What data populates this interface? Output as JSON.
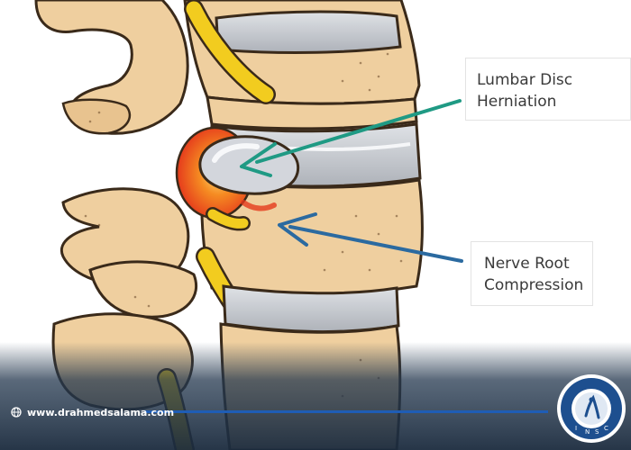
{
  "labels": {
    "herniation_line1": "Lumbar Disc",
    "herniation_line2": "Herniation",
    "nerve_line1": "Nerve Root",
    "nerve_line2": "Compression"
  },
  "footer": {
    "website": "www.drahmedsalama.com"
  },
  "logo": {
    "letters": [
      "I",
      "N",
      "S",
      "C"
    ]
  },
  "colors": {
    "bone": "#efcf9f",
    "bone_shade": "#d8b47f",
    "outline": "#3a2a1a",
    "disc_gray": "#c9ccd2",
    "disc_light": "#eef0f3",
    "nerve_yellow": "#f2cc1f",
    "inflammation_red": "#e53a1c",
    "inflammation_orange": "#f58b22",
    "arrow_teal": "#1f9a84",
    "arrow_blue": "#2b6aa0",
    "footer_dark": "#23374e",
    "footer_line": "#1f5db5",
    "logo_ring": "#1d4f8f"
  }
}
